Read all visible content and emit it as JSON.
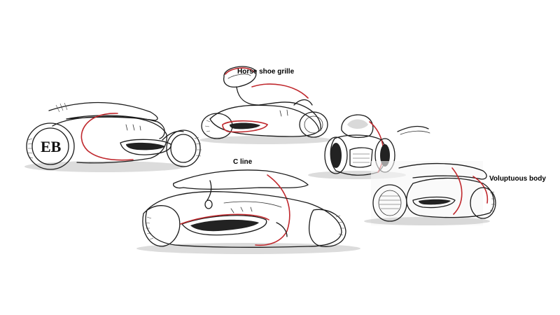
{
  "annotations": {
    "horse_shoe": "Horse shoe grille",
    "c_line": "C line",
    "voluptuous": "Voluptuous body"
  },
  "colors": {
    "accent_line": "#c0282d",
    "ink": "#1a1a1a",
    "background": "#ffffff"
  },
  "logo": {
    "text": "EB"
  }
}
